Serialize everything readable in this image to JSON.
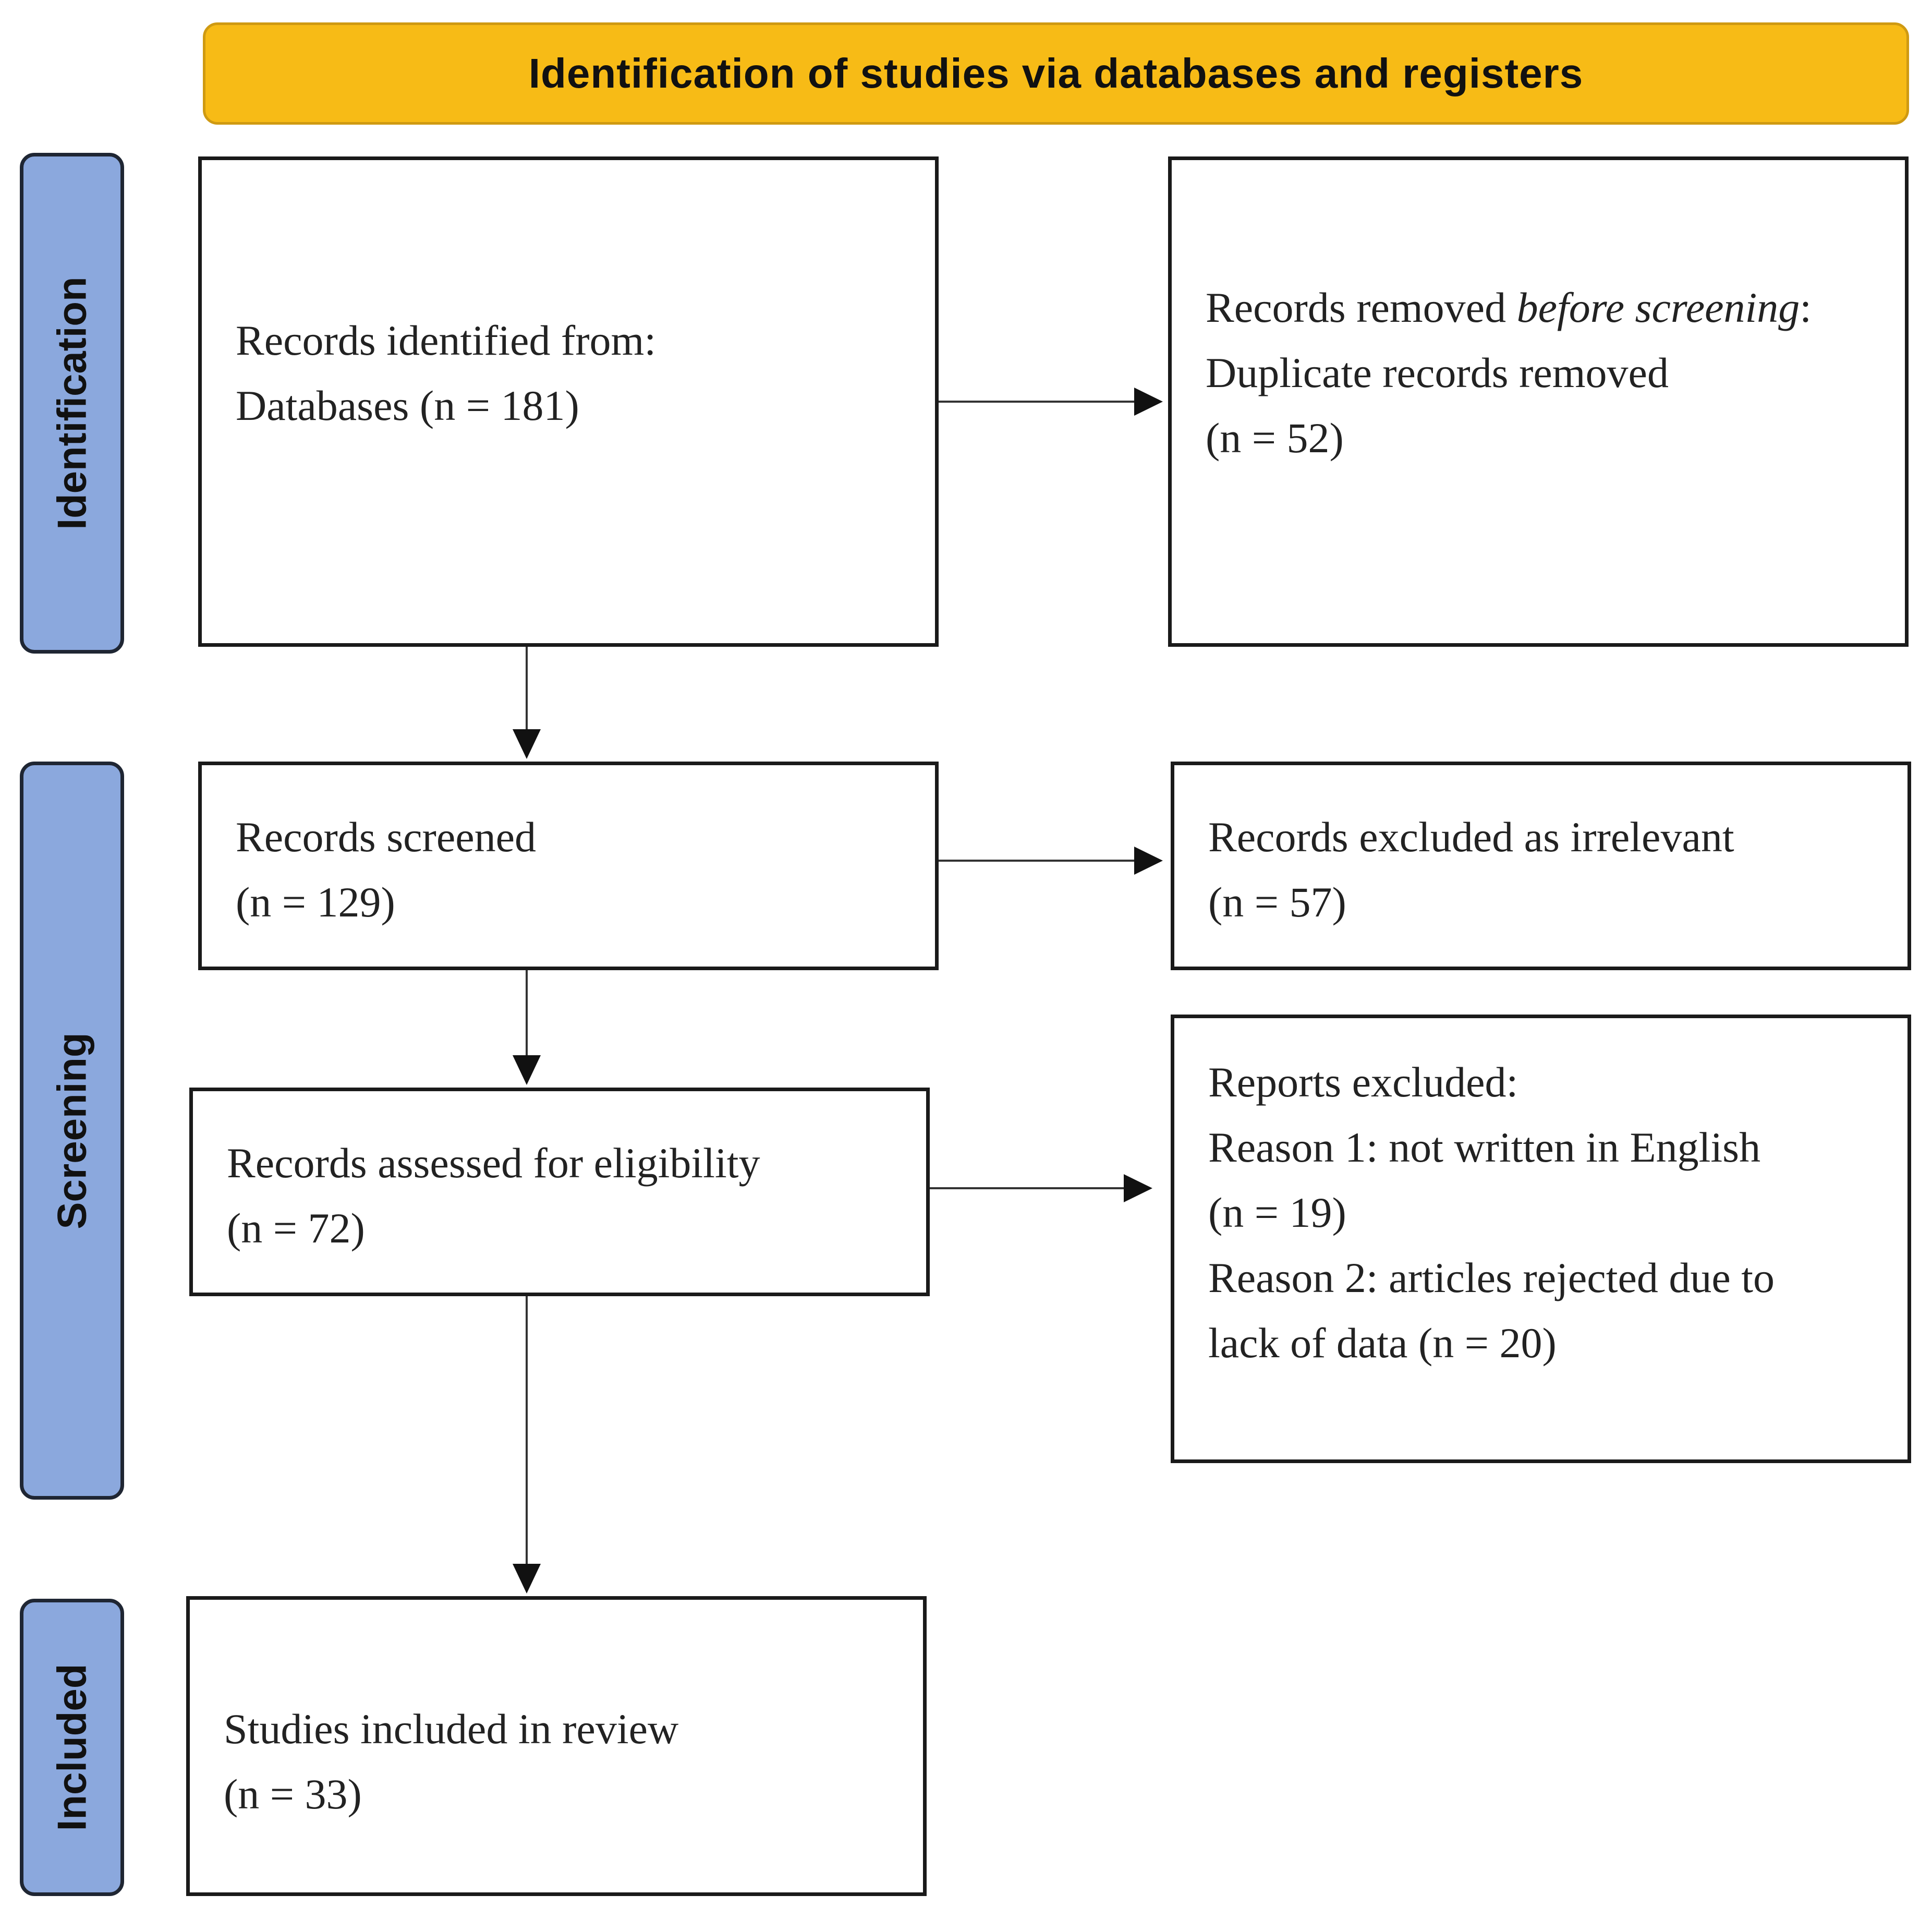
{
  "banner": {
    "title": "Identification of studies via databases and registers"
  },
  "stages": {
    "identification": "Identification",
    "screening": "Screening",
    "included": "Included"
  },
  "boxes": {
    "records_identified": {
      "line1": "Records identified from:",
      "line2": "Databases (n = 181)"
    },
    "records_removed": {
      "line1_pre": "Records removed ",
      "line1_em": "before screening",
      "line1_post": ":",
      "line2": "Duplicate records removed",
      "line3": "(n = 52)"
    },
    "records_screened": {
      "line1": "Records screened",
      "line2": "(n = 129)"
    },
    "records_excluded": {
      "line1": "Records excluded as irrelevant",
      "line2": "(n = 57)"
    },
    "records_assessed": {
      "line1": "Records assessed for eligibility",
      "line2": "(n = 72)"
    },
    "reports_excluded": {
      "line1": "Reports excluded:",
      "line2": "Reason 1: not written in English",
      "line3": "(n = 19)",
      "line4": "Reason 2: articles rejected due to",
      "line5": "lack of data (n = 20)"
    },
    "studies_included": {
      "line1": "Studies included in review",
      "line2": "(n = 33)"
    }
  }
}
